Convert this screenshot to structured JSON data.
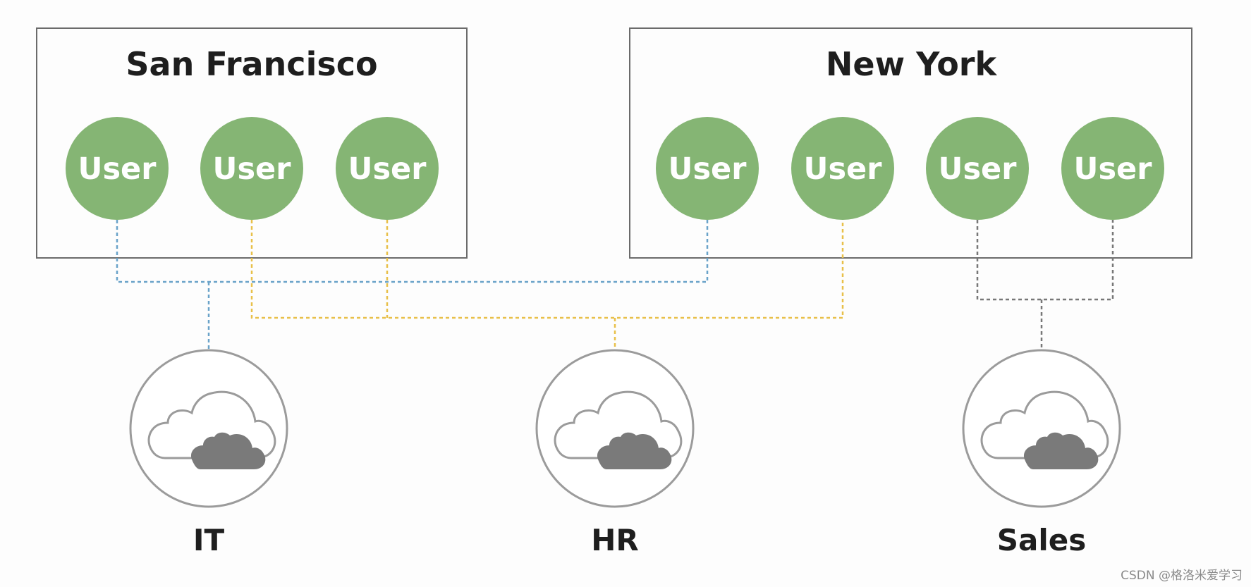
{
  "sites": [
    {
      "name": "San Francisco",
      "users": [
        "User",
        "User",
        "User"
      ]
    },
    {
      "name": "New York",
      "users": [
        "User",
        "User",
        "User",
        "User"
      ]
    }
  ],
  "groups": [
    {
      "name": "IT",
      "line_color": "#6aa3c9"
    },
    {
      "name": "HR",
      "line_color": "#e8c04a"
    },
    {
      "name": "Sales",
      "line_color": "#777777"
    }
  ],
  "colors": {
    "user_fill": "#85b574",
    "box_stroke": "#6b6b6b",
    "cloud_ring": "#9b9b9b",
    "cloud_dark": "#7a7a7a"
  },
  "icons": {
    "group_icon": "cloud-icon"
  },
  "watermark": "CSDN @格洛米爱学习"
}
